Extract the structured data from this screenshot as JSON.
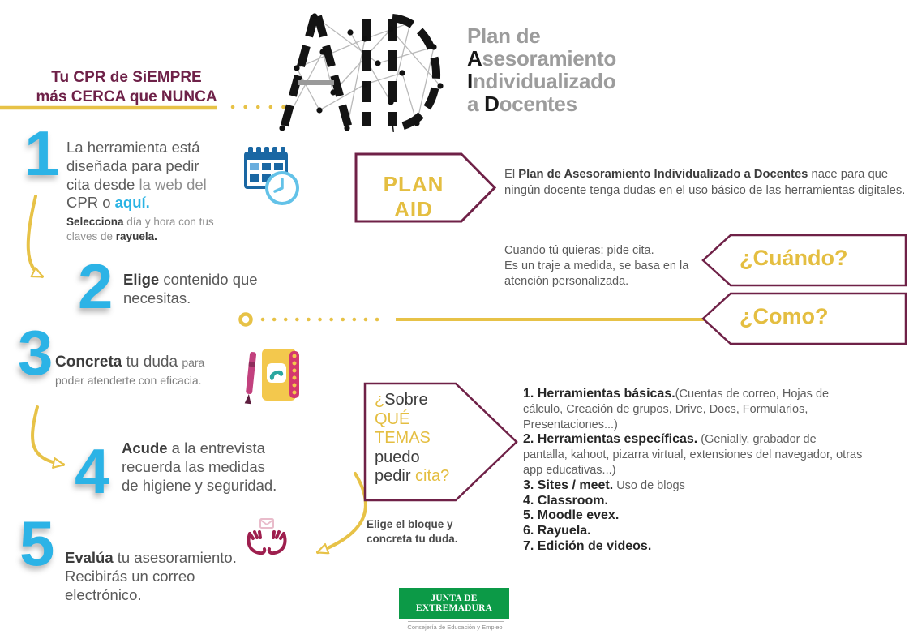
{
  "colors": {
    "accent_cyan": "#2cb3e6",
    "accent_yellow": "#e7c247",
    "accent_maroon": "#6f2147",
    "brand_green": "#0c9a47",
    "text_dark": "#3c3c3c",
    "text_muted": "#8f8f8f",
    "logo_gray": "#9c9c9c"
  },
  "icons": {
    "calendar_clock": "calendar-clock-icon",
    "notebook_phone": "notebook-phone-pen-icon",
    "hands_mail": "hands-receiving-mail-icon",
    "arrows": "curved-yellow-arrows"
  },
  "tagline": {
    "line1": "Tu CPR de SiEMPRE",
    "line2": "más CERCA que NUNCA"
  },
  "logo": {
    "acronym": "AID",
    "title_lines": [
      [
        [
          "g",
          "Plan de"
        ]
      ],
      [
        [
          "k",
          "A"
        ],
        [
          "g",
          "sesoramiento"
        ]
      ],
      [
        [
          "k",
          "I"
        ],
        [
          "g",
          "ndividualizado"
        ]
      ],
      [
        [
          "g",
          "a "
        ],
        [
          "k",
          "D"
        ],
        [
          "g",
          "ocentes"
        ]
      ]
    ]
  },
  "steps": [
    {
      "num": "1",
      "main": [
        [
          "d",
          "La herramienta está diseñada para pedir cita desde "
        ],
        [
          "m",
          "la web del "
        ],
        [
          "d",
          "CPR o "
        ]
      ],
      "link": "aquí.",
      "sub": [
        [
          "b",
          "Selecciona"
        ],
        [
          "m",
          " día y hora con tus claves de "
        ],
        [
          "b",
          "rayuela."
        ]
      ]
    },
    {
      "num": "2",
      "main": [
        [
          "b",
          "Elige"
        ],
        [
          "d",
          " contenido que necesitas."
        ]
      ]
    },
    {
      "num": "3",
      "line1": [
        [
          "b",
          "Concreta"
        ],
        [
          "d",
          " tu duda "
        ],
        [
          "s",
          "para"
        ]
      ],
      "line2": [
        [
          "s",
          "poder atenderte con eficacia."
        ]
      ]
    },
    {
      "num": "4",
      "main": [
        [
          "b",
          "Acude"
        ],
        [
          "d",
          " a la entrevista recuerda las medidas de higiene y seguridad."
        ]
      ]
    },
    {
      "num": "5",
      "main": [
        [
          "b",
          "Evalúa"
        ],
        [
          "d",
          " tu asesoramiento. Recibirás un correo electrónico."
        ]
      ]
    }
  ],
  "plan_aid": {
    "label": "PLAN AID",
    "description": [
      [
        "d",
        "El "
      ],
      [
        "b",
        "Plan de Asesoramiento Individualizado a Docentes"
      ],
      [
        "d",
        " nace para que ningún docente tenga dudas en el uso básico de las herramientas digitales."
      ]
    ]
  },
  "cuando": {
    "label": "¿Cuándo?",
    "l1": "Cuando tú quieras: pide cita.",
    "l2": "Es un traje a medida, se basa en la",
    "l3": "atención personalizada."
  },
  "como": {
    "label": "¿Como?"
  },
  "temas": {
    "box_lines": [
      [
        [
          "y",
          "¿"
        ],
        [
          "n",
          "Sobre"
        ]
      ],
      [
        [
          "y",
          "QUÉ"
        ]
      ],
      [
        [
          "y",
          "TEMAS"
        ]
      ],
      [
        [
          "n",
          "puedo"
        ]
      ],
      [
        [
          "n",
          "pedir "
        ],
        [
          "y",
          "cita?"
        ]
      ]
    ],
    "hint": "Elige el bloque y concreta tu duda.",
    "items": [
      {
        "title": "1. Herramientas básicas.",
        "detail": "(Cuentas de correo, Hojas de cálculo, Creación de grupos, Drive, Docs, Formularios, Presentaciones...)"
      },
      {
        "title": "2. Herramientas específicas.",
        "detail": " (Genially, grabador de pantalla, kahoot, pizarra virtual, extensiones del navegador, otras app educativas...)"
      },
      {
        "title": "3. Sites / meet.",
        "detail": " Uso de blogs"
      },
      {
        "title": "4. Classroom.",
        "detail": ""
      },
      {
        "title": "5. Moodle evex.",
        "detail": ""
      },
      {
        "title": "6. Rayuela.",
        "detail": ""
      },
      {
        "title": "7. Edición de videos.",
        "detail": ""
      }
    ]
  },
  "footer": {
    "org": "JUNTA DE EXTREMADURA",
    "dept": "Consejería de Educación y Empleo"
  }
}
